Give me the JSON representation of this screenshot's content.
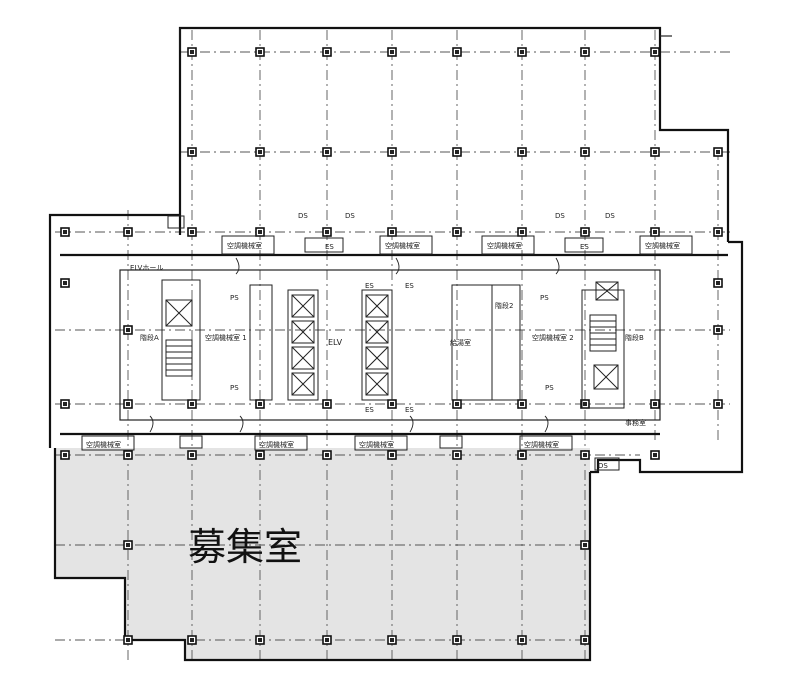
{
  "labels": {
    "room_for_rent": "募集室",
    "ds": "DS",
    "ps": "PS",
    "es": "ES",
    "ac_room": "空調機械室",
    "elv": "ELV",
    "stair_a": "階段A",
    "stair_b": "階段B",
    "stair_2": "階段2",
    "elv_hall": "ELVホール",
    "ac_room_1": "空調機械室 1",
    "ac_room_2": "空調機械室 2",
    "sanitary": "給湯室",
    "office": "事務室"
  }
}
